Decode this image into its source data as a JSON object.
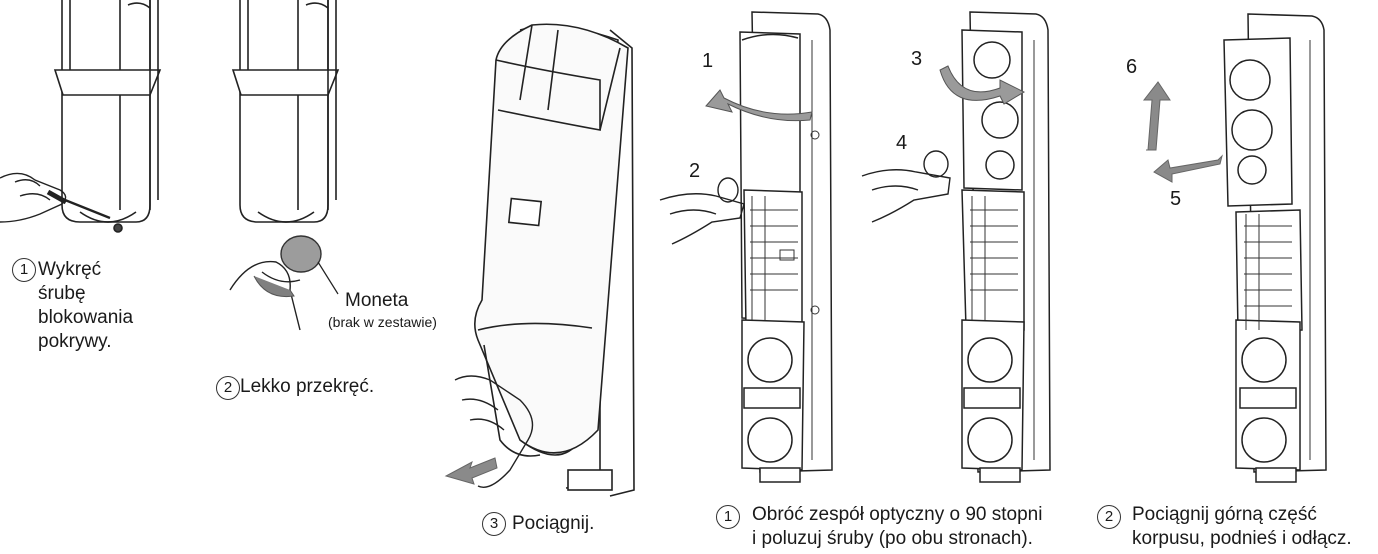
{
  "step1": {
    "num": "1",
    "lines": [
      "Wykręć",
      "śrubę",
      "blokowania",
      "pokrywy."
    ]
  },
  "step2": {
    "num": "2",
    "text": "Lekko przekręć.",
    "coin_label": "Moneta",
    "coin_note": "(brak w zestawie)"
  },
  "step3": {
    "num": "3",
    "text": "Pociągnij."
  },
  "optics": {
    "arrow_labels": [
      "1",
      "2",
      "3",
      "4"
    ],
    "caption_num": "1",
    "caption_lines": [
      "Obróć zespół optyczny o 90 stopni",
      "i poluzuj śruby (po obu stronach)."
    ]
  },
  "body_removal": {
    "arrow_labels": [
      "6",
      "5"
    ],
    "caption_num": "2",
    "caption_lines": [
      "Pociągnij górną część",
      "korpusu, podnieś i odłącz."
    ]
  }
}
